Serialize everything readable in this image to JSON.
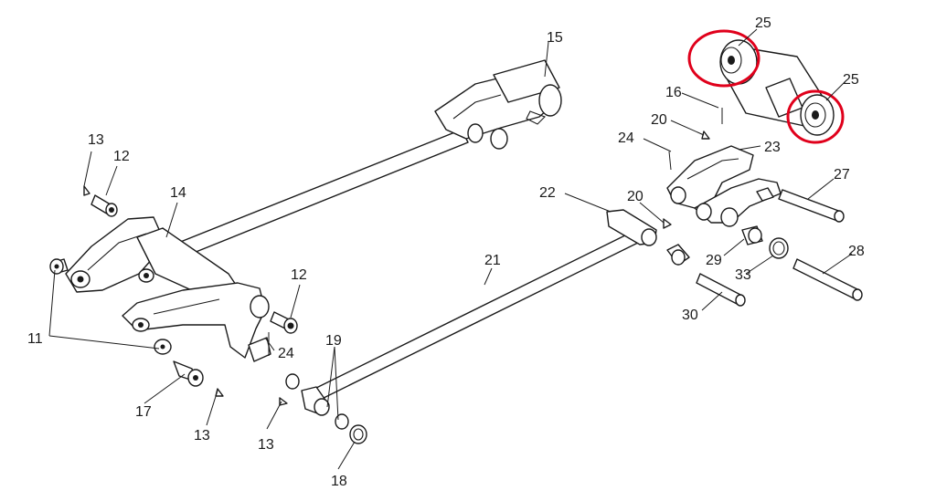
{
  "callouts": {
    "c11": "11",
    "c12a": "12",
    "c12b": "12",
    "c13a": "13",
    "c13b": "13",
    "c13c": "13",
    "c14": "14",
    "c15": "15",
    "c16": "16",
    "c17": "17",
    "c18": "18",
    "c19": "19",
    "c20a": "20",
    "c20b": "20",
    "c21": "21",
    "c22": "22",
    "c23": "23",
    "c24a": "24",
    "c24b": "24",
    "c25a": "25",
    "c25b": "25",
    "c27": "27",
    "c28": "28",
    "c29": "29",
    "c30": "30",
    "c33": "33"
  },
  "highlight_color": "#e0001b"
}
